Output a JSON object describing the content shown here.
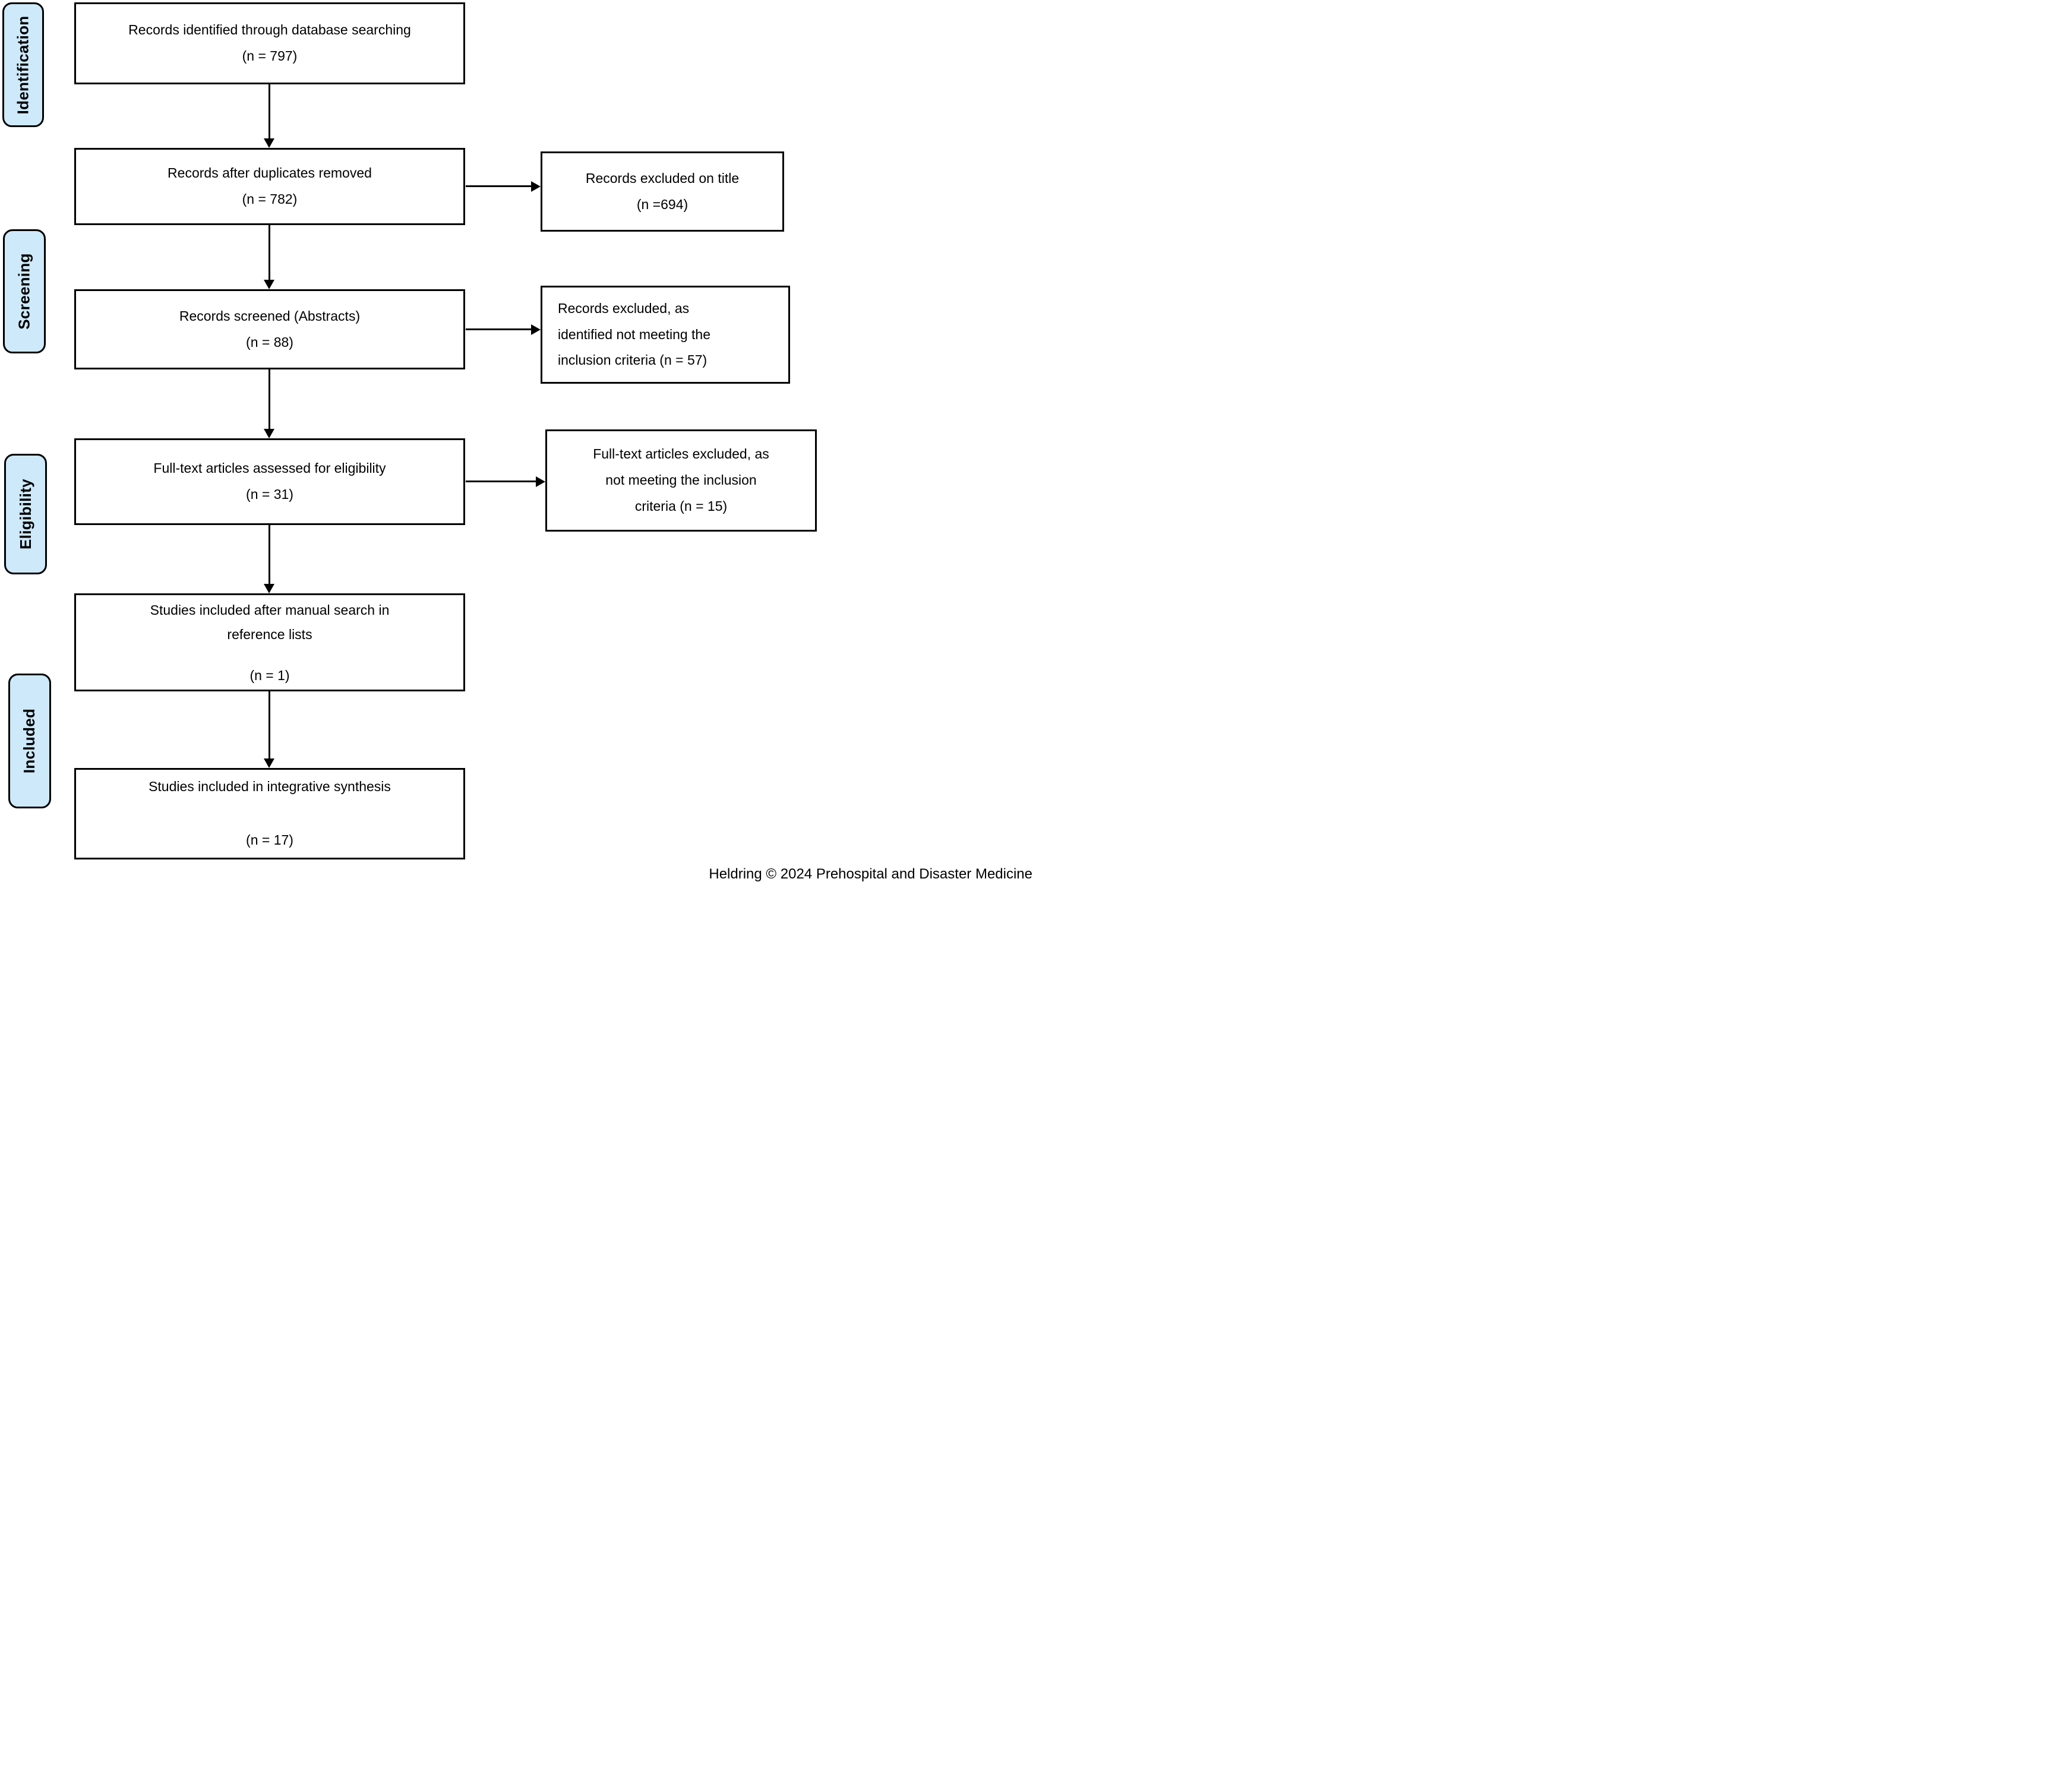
{
  "stages": [
    {
      "label": "Identification"
    },
    {
      "label": "Screening"
    },
    {
      "label": "Eligibility"
    },
    {
      "label": "Included"
    }
  ],
  "main_boxes": [
    {
      "lines": [
        "Records identified through database searching",
        "(n = 797)"
      ]
    },
    {
      "lines": [
        "Records after duplicates removed",
        "(n = 782)"
      ]
    },
    {
      "lines": [
        "Records screened (Abstracts)",
        "(n = 88)"
      ]
    },
    {
      "lines": [
        "Full-text articles assessed for eligibility",
        "(n = 31)"
      ]
    },
    {
      "lines": [
        "Studies included after manual search in",
        "reference lists",
        "(n = 1)"
      ]
    },
    {
      "lines": [
        "Studies included in integrative synthesis",
        "(n = 17)"
      ]
    }
  ],
  "side_boxes": [
    {
      "lines": [
        "Records excluded on title",
        "(n =694)"
      ]
    },
    {
      "lines": [
        "Records excluded, as",
        "identified not meeting the",
        "inclusion criteria (n = 57)"
      ]
    },
    {
      "lines": [
        "Full-text articles excluded, as",
        "not meeting the inclusion",
        "criteria (n = 15)"
      ]
    }
  ],
  "attribution": "Heldring © 2024 Prehospital and Disaster Medicine",
  "colors": {
    "stage_fill": "#cde9fa",
    "stage_border": "#000000",
    "box_border": "#000000",
    "arrow": "#000000"
  }
}
